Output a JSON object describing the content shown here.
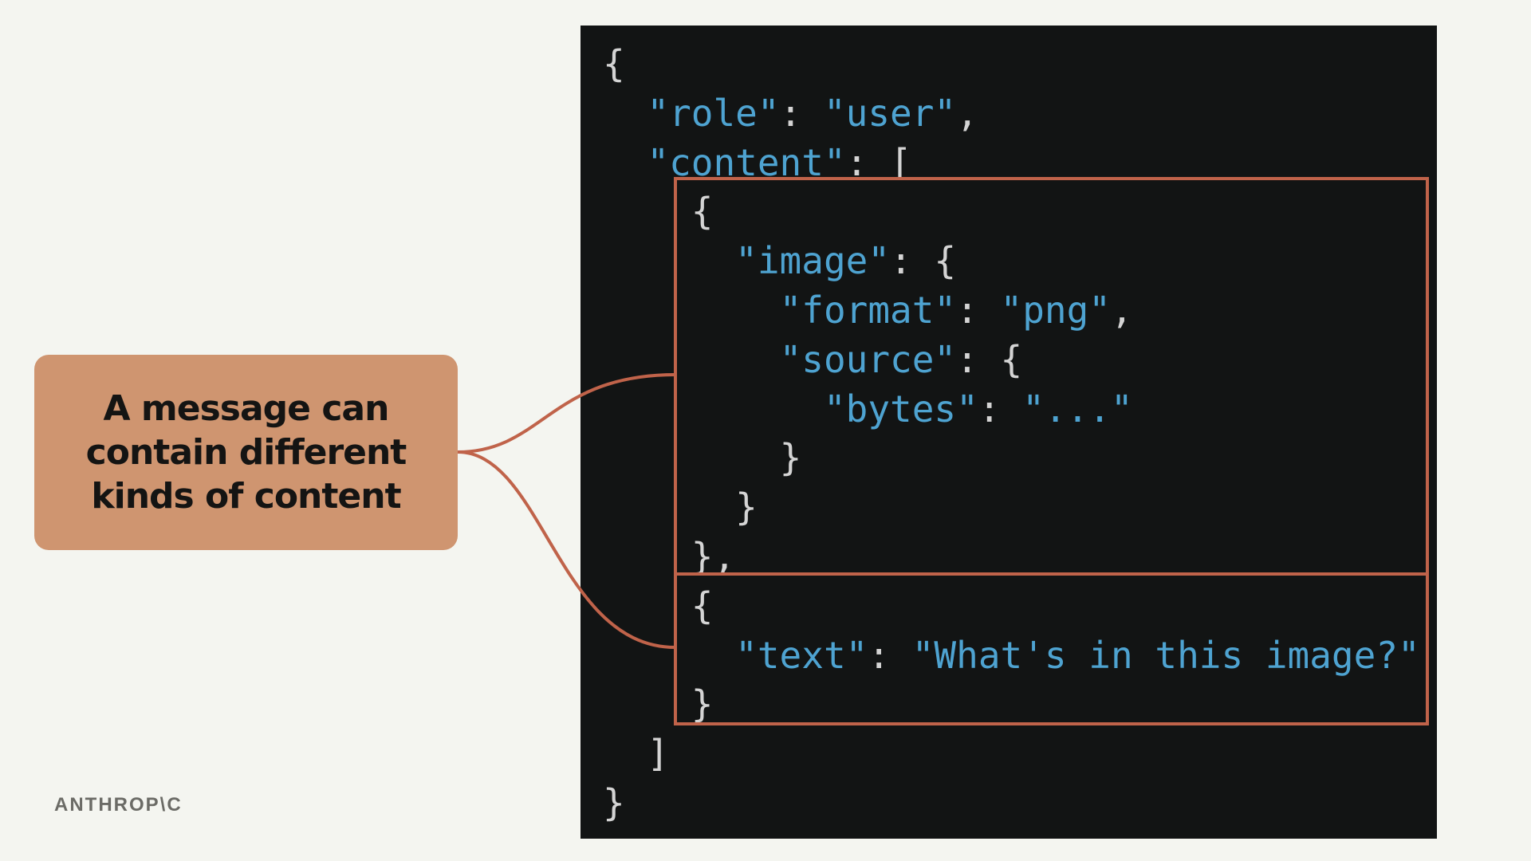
{
  "callout": {
    "line1": "A message can",
    "line2": "contain different",
    "line3": "kinds of content"
  },
  "brand": {
    "logo_text": "ANTHROP\\C"
  },
  "code": {
    "open_brace": "{",
    "role_key": "\"role\"",
    "role_value": "\"user\"",
    "content_key": "\"content\"",
    "open_bracket": "[",
    "block1_open": "{",
    "image_key": "\"image\"",
    "format_key": "\"format\"",
    "format_value": "\"png\"",
    "source_key": "\"source\"",
    "bytes_key": "\"bytes\"",
    "bytes_value": "\"...\"",
    "source_close": "}",
    "image_close": "}",
    "block1_close": "},",
    "block2_open": "{",
    "text_key": "\"text\"",
    "text_value": "\"What's in this image?\"",
    "block2_close": "}",
    "close_bracket": "]",
    "close_brace": "}"
  },
  "colors": {
    "background": "#f4f5f0",
    "callout_fill": "#cf9570",
    "panel": "#121414",
    "string": "#4ea3d1",
    "punctuation": "#d4d4d4",
    "highlight_stroke": "#c0634a"
  }
}
